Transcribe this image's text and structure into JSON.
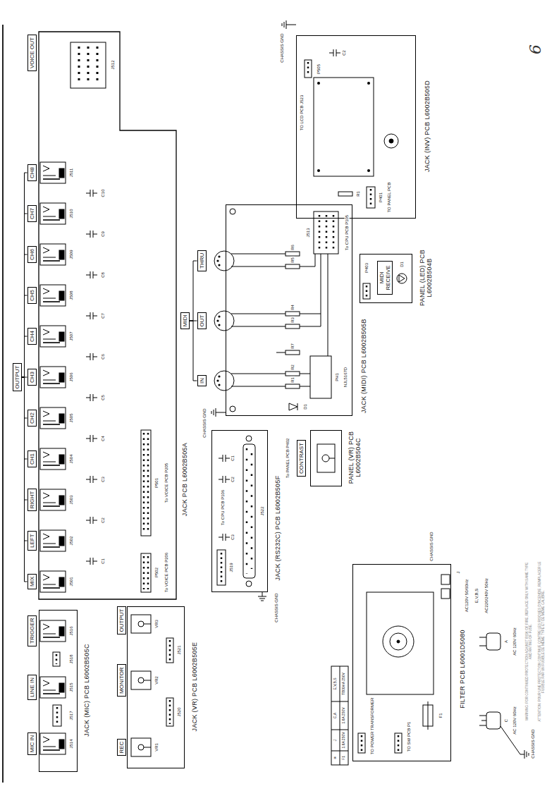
{
  "diagram": {
    "nodes": [
      {
        "text": [
          "JACK (MIC) PCB L6002B505C"
        ]
      },
      {
        "text": [
          "MIC IN"
        ]
      },
      {
        "text": [
          "LINE IN"
        ]
      },
      {
        "text": [
          "TRIGGER"
        ]
      },
      {
        "text": [
          "JACK PCB L6002B505A"
        ]
      },
      {
        "text": [
          "VOICE OUT"
        ]
      },
      {
        "text": [
          "OUTPUT"
        ]
      },
      {
        "text": [
          "MIX"
        ]
      },
      {
        "text": [
          "LEFT"
        ]
      },
      {
        "text": [
          "RIGHT"
        ]
      },
      {
        "text": [
          "CH1"
        ]
      },
      {
        "text": [
          "CH2"
        ]
      },
      {
        "text": [
          "CH3"
        ]
      },
      {
        "text": [
          "CH4"
        ]
      },
      {
        "text": [
          "CH5"
        ]
      },
      {
        "text": [
          "CH6"
        ]
      },
      {
        "text": [
          "CH7"
        ]
      },
      {
        "text": [
          "CH8"
        ]
      },
      {
        "text": [
          "JACK (VR) PCB L6002B505E"
        ]
      },
      {
        "text": [
          "REC"
        ]
      },
      {
        "text": [
          "MONITOR"
        ]
      },
      {
        "text": [
          "OUTPUT"
        ]
      },
      {
        "text": [
          "JACK (RS232C) PCB L6002B505F"
        ]
      },
      {
        "text": [
          "JACK (MIDI) PCB L6002B505B"
        ]
      },
      {
        "text": [
          "MIDI"
        ]
      },
      {
        "text": [
          "IN"
        ]
      },
      {
        "text": [
          "OUT"
        ]
      },
      {
        "text": [
          "THRU"
        ]
      },
      {
        "text": [
          "PANEL (VR) PCB L6002B504C"
        ]
      },
      {
        "text": [
          "CONTRAST"
        ]
      },
      {
        "text": [
          "PANEL (LED) PCB L6002B504B"
        ]
      },
      {
        "text": [
          "MIDI RECEIVE"
        ],
        "in": 30
      },
      {
        "text": [
          "JACK (INV) PCB L6002B505D"
        ]
      },
      {
        "text": [
          "FILTER PCB L6001D5080"
        ]
      }
    ],
    "edges": [
      {
        "from": 6,
        "to": 7,
        "arrow": "none"
      },
      {
        "from": 6,
        "to": 8,
        "arrow": "none"
      },
      {
        "from": 6,
        "to": 9,
        "arrow": "none"
      },
      {
        "from": 6,
        "to": 10,
        "arrow": "none"
      },
      {
        "from": 6,
        "to": 11,
        "arrow": "none"
      },
      {
        "from": 6,
        "to": 12,
        "arrow": "none"
      },
      {
        "from": 6,
        "to": 13,
        "arrow": "none"
      },
      {
        "from": 6,
        "to": 14,
        "arrow": "none"
      },
      {
        "from": 6,
        "to": 15,
        "arrow": "none"
      },
      {
        "from": 6,
        "to": 16,
        "arrow": "none"
      },
      {
        "from": 6,
        "to": 17,
        "arrow": "none"
      },
      {
        "from": 24,
        "to": 25,
        "arrow": "none"
      },
      {
        "from": 24,
        "to": 26,
        "arrow": "none"
      },
      {
        "from": 24,
        "to": 27,
        "arrow": "none"
      }
    ],
    "labels": [
      "J501",
      "J502",
      "J503",
      "J504",
      "J505",
      "J506",
      "J507",
      "J508",
      "J509",
      "J510",
      "J511",
      "J512",
      "C1",
      "C2",
      "C3",
      "C4",
      "C5",
      "C6",
      "C7",
      "C8",
      "C9",
      "C10",
      "P501",
      "To VOICE PCB P205",
      "P502",
      "To VOICE PCB P206",
      "J514",
      "J515",
      "J516",
      "J517",
      "J518",
      "VR1",
      "VR2",
      "VR3",
      "J520",
      "J521",
      "J522",
      "J519",
      "To CPU PCB P106",
      "C1",
      "C2",
      "C3",
      "CHASSIS GND",
      "R1",
      "R2",
      "R3",
      "R4",
      "R5",
      "R6",
      "R7",
      "PH1",
      "NJL5167D",
      "D1",
      "J513",
      "To CPU PCB P105",
      "CHASSIS GND",
      "To PANEL PCB P402",
      "P403",
      "D1",
      "P505",
      "TO LCD PCB J523",
      "C2",
      "R1",
      "P401",
      "TO PANEL PCB",
      "CHASSIS GND",
      "TO POWER TRANSFORMER",
      "TO SW PCB P1",
      "F1",
      "CHASSIS GND",
      "※",
      "J",
      "C,A",
      "E,V,B,S",
      "F1",
      "1.6A 250V",
      "1.6A 250V",
      "T800mA 250V",
      "J",
      "AC120V 50/60Hz",
      "E,V,B,S",
      "AC220/240V 50Hz",
      "A",
      "AC 120V 60Hz",
      "C",
      "AC 120V 60Hz",
      "CHASSIS GND",
      "WARNING: FOR CONTINUED PROTECTION AGAINST RISK OF FIRE, REPLACE ONLY WITH SAME TYPE AND RATING OF FUSE.",
      "ATTENTION: POUR UNE PROTECTION CONTINUE CONTRE LES RISQUES D'INCENDIE, REMPLACER LE FUSIBLE PAR UN FUSIBLE DE MÊME TYPE ET DE MÊME CALIBRE.",
      "6"
    ]
  }
}
